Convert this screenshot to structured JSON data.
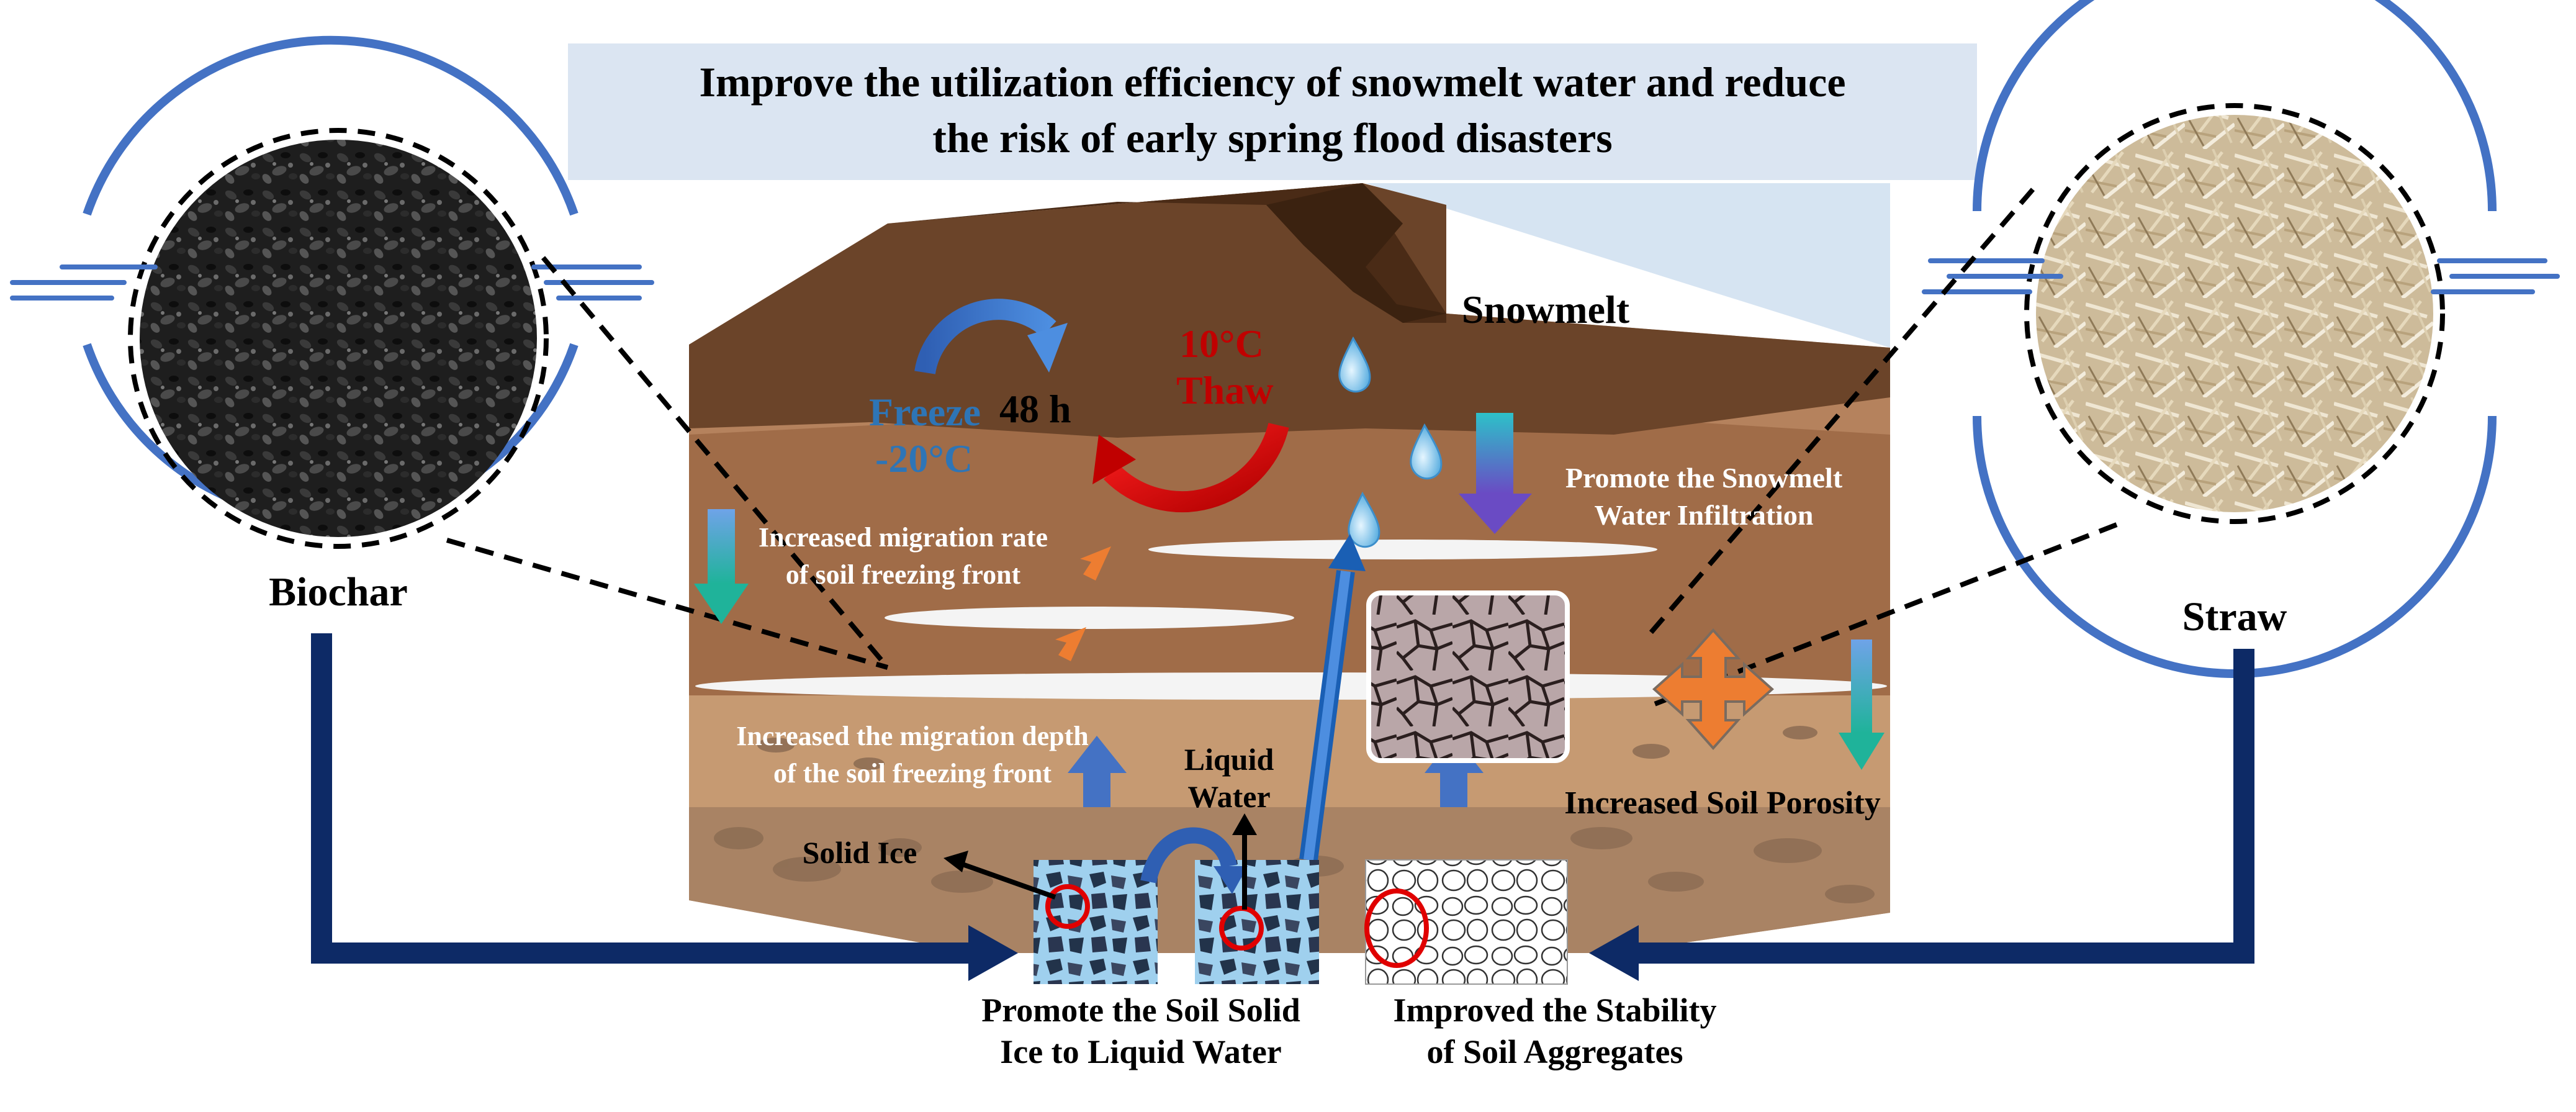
{
  "header": {
    "line1": "Improve the utilization efficiency of snowmelt water and reduce",
    "line2": "the risk of early spring flood disasters"
  },
  "left_material": {
    "label": "Biochar"
  },
  "right_material": {
    "label": "Straw"
  },
  "cycle": {
    "freeze_word": "Freeze",
    "freeze_temp": "-20°C",
    "duration": "48 h",
    "thaw_temp": "10°C",
    "thaw_word": "Thaw"
  },
  "labels": {
    "snowmelt": "Snowmelt",
    "infiltration_1": "Promote the Snowmelt",
    "infiltration_2": "Water Infiltration",
    "rate_1": "Increased migration rate",
    "rate_2": "of soil freezing front",
    "depth_1": "Increased the migration depth",
    "depth_2": "of the soil freezing front",
    "liquid_1": "Liquid",
    "liquid_2": "Water",
    "solid_ice": "Solid Ice",
    "porosity": "Increased Soil Porosity",
    "phase_1": "Promote the Soil Solid",
    "phase_2": "Ice to Liquid Water",
    "stability_1": "Improved the Stability",
    "stability_2": "of Soil Aggregates"
  },
  "colors": {
    "header_bg": "#dbe5f2",
    "circle_blue": "#4472c4",
    "connector_navy": "#0d2a66",
    "freeze_blue": "#2e75b6",
    "thaw_red": "#c00000",
    "soil_dark": "#5b3a22",
    "soil_light": "#b07d56"
  }
}
